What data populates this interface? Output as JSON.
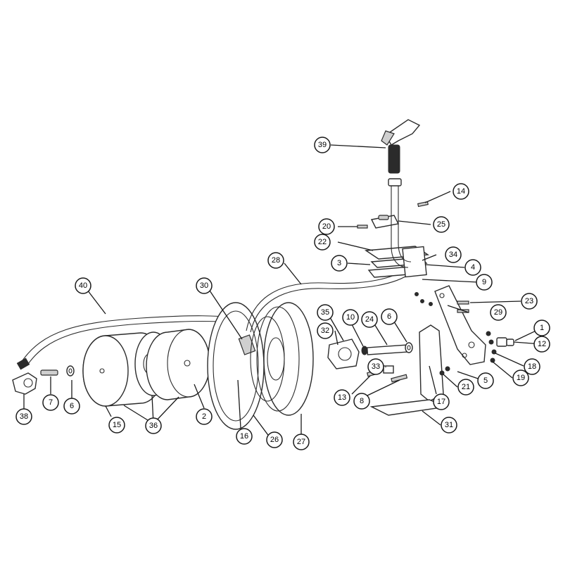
{
  "callouts": [
    {
      "id": "c1",
      "label": "1"
    },
    {
      "id": "c2",
      "label": "2"
    },
    {
      "id": "c3",
      "label": "3"
    },
    {
      "id": "c4",
      "label": "4"
    },
    {
      "id": "c5",
      "label": "5"
    },
    {
      "id": "c6a",
      "label": "6"
    },
    {
      "id": "c6b",
      "label": "6"
    },
    {
      "id": "c7",
      "label": "7"
    },
    {
      "id": "c8",
      "label": "8"
    },
    {
      "id": "c9",
      "label": "9"
    },
    {
      "id": "c10",
      "label": "10"
    },
    {
      "id": "c12",
      "label": "12"
    },
    {
      "id": "c13",
      "label": "13"
    },
    {
      "id": "c14",
      "label": "14"
    },
    {
      "id": "c15",
      "label": "15"
    },
    {
      "id": "c16",
      "label": "16"
    },
    {
      "id": "c17",
      "label": "17"
    },
    {
      "id": "c18",
      "label": "18"
    },
    {
      "id": "c19",
      "label": "19"
    },
    {
      "id": "c20",
      "label": "20"
    },
    {
      "id": "c21",
      "label": "21"
    },
    {
      "id": "c22",
      "label": "22"
    },
    {
      "id": "c23",
      "label": "23"
    },
    {
      "id": "c24",
      "label": "24"
    },
    {
      "id": "c25",
      "label": "25"
    },
    {
      "id": "c26",
      "label": "26"
    },
    {
      "id": "c27",
      "label": "27"
    },
    {
      "id": "c28",
      "label": "28"
    },
    {
      "id": "c29",
      "label": "29"
    },
    {
      "id": "c30",
      "label": "30"
    },
    {
      "id": "c31",
      "label": "31"
    },
    {
      "id": "c32",
      "label": "32"
    },
    {
      "id": "c33",
      "label": "33"
    },
    {
      "id": "c34",
      "label": "34"
    },
    {
      "id": "c35",
      "label": "35"
    },
    {
      "id": "c36",
      "label": "36"
    },
    {
      "id": "c38",
      "label": "38"
    },
    {
      "id": "c39",
      "label": "39"
    },
    {
      "id": "c40",
      "label": "40"
    }
  ]
}
